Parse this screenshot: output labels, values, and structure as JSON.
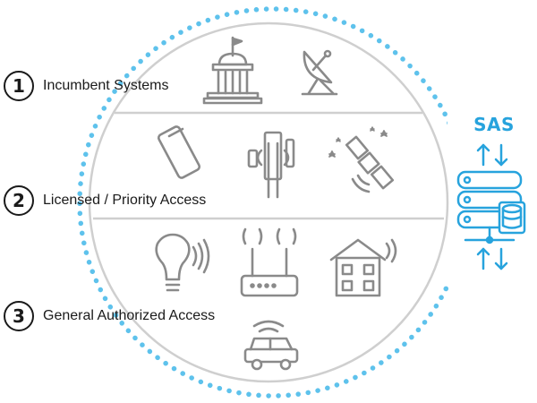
{
  "tiers": [
    {
      "number": "1",
      "label": "Incumbent Systems",
      "icons": [
        "capitol-building-icon",
        "satellite-dish-icon"
      ]
    },
    {
      "number": "2",
      "label": "Licensed / Priority Access",
      "icons": [
        "smartphone-icon",
        "cell-tower-icon",
        "satellite-icon"
      ]
    },
    {
      "number": "3",
      "label": "General Authorized Access",
      "icons": [
        "smart-bulb-icon",
        "wifi-router-icon",
        "connected-house-icon",
        "connected-car-icon"
      ]
    }
  ],
  "sas": {
    "label": "SAS",
    "icon": "database-server-icon"
  },
  "colors": {
    "accent": "#27a3dd",
    "dots": "#5ec2ec",
    "circle": "#cfcfcf",
    "icon": "#8a8a8a",
    "text": "#1a1a1a"
  }
}
